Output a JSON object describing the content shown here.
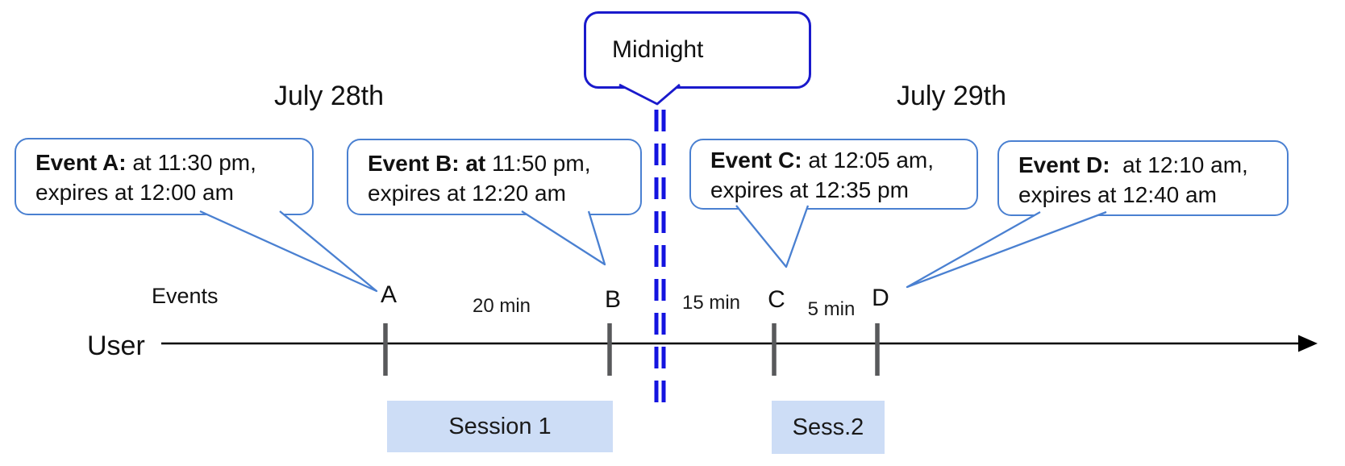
{
  "dates": {
    "left": "July 28th",
    "right": "July 29th"
  },
  "midnight": {
    "label": "Midnight"
  },
  "events": [
    {
      "bold": "Event A:",
      "rest": " at 11:30 pm,",
      "line2": "expires at 12:00 am"
    },
    {
      "bold": "Event B: at",
      "rest": " 11:50 pm,",
      "line2": "expires at 12:20 am"
    },
    {
      "bold": "Event C:",
      "rest": " at 12:05 am,",
      "line2": "expires at 12:35 pm"
    },
    {
      "bold": "Event D:",
      "rest": "  at 12:10 am,",
      "line2": "expires at 12:40 am"
    }
  ],
  "timeline": {
    "axis_label": "User",
    "events_label": "Events",
    "ticks": [
      "A",
      "B",
      "C",
      "D"
    ],
    "intervals": [
      "20 min",
      "15 min",
      "5 min"
    ]
  },
  "sessions": [
    "Session 1",
    "Sess.2"
  ],
  "colors": {
    "event_bubble_border": "#4a80d1",
    "midnight_border": "#1a1acc",
    "midnight_dashes": "#1414e0",
    "session_fill": "#cdddf6",
    "tick_gray": "#58595b",
    "axis_black": "#000000"
  }
}
